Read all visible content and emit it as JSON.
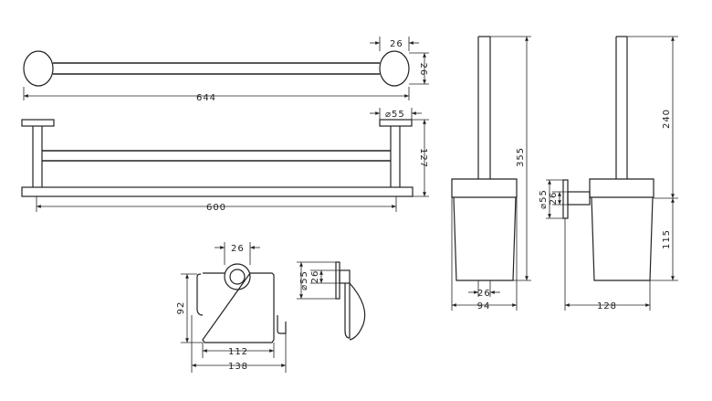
{
  "drawing": {
    "towel_rail": {
      "length": "644",
      "depth": "26",
      "height": "26"
    },
    "towel_rack": {
      "length": "600",
      "height": "127",
      "rosette_diameter": "⌀55"
    },
    "paper_holder": {
      "width_inner": "112",
      "width_outer": "138",
      "height": "92",
      "depth": "26"
    },
    "paper_holder_side": {
      "rosette_diameter": "⌀55",
      "depth": "26"
    },
    "brush_set_standing": {
      "height": "355",
      "depth": "26",
      "width": "94"
    },
    "brush_set_wall": {
      "height_top": "240",
      "height_bottom": "115",
      "depth": "128",
      "rosette_diameter": "⌀55",
      "rosette_depth": "26"
    }
  }
}
